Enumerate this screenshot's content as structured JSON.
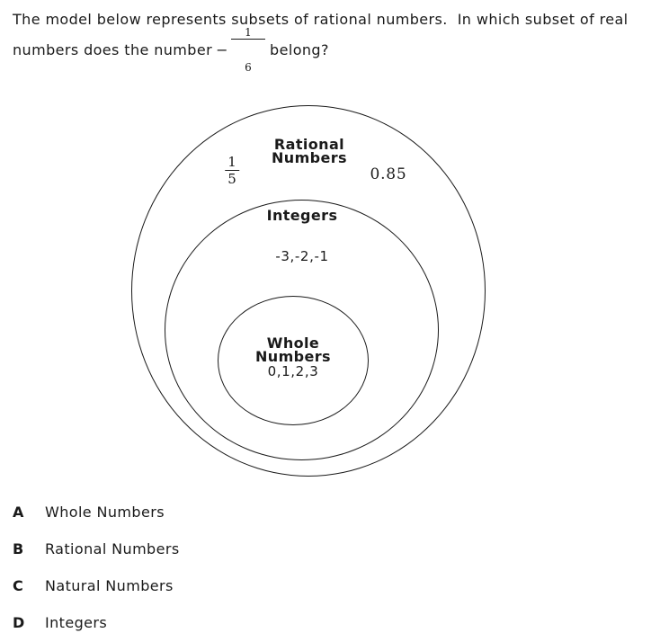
{
  "question": {
    "line1": "The model below represents subsets of rational numbers.  In which subset of real",
    "line2_before": "numbers does the number",
    "fraction": {
      "sign": "−",
      "numerator": "1",
      "denominator": "6"
    },
    "line2_after": "belong?"
  },
  "diagram": {
    "rational": {
      "label_line1": "Rational",
      "label_line2": "Numbers",
      "fraction_example": {
        "numerator": "1",
        "denominator": "5"
      },
      "decimal_example": "0.85"
    },
    "integers": {
      "label": "Integers",
      "examples": "-3,-2,-1"
    },
    "whole": {
      "label_line1": "Whole",
      "label_line2": "Numbers",
      "examples": "0,1,2,3"
    }
  },
  "choices": [
    {
      "letter": "A",
      "label": "Whole Numbers"
    },
    {
      "letter": "B",
      "label": "Rational Numbers"
    },
    {
      "letter": "C",
      "label": "Natural Numbers"
    },
    {
      "letter": "D",
      "label": "Integers"
    }
  ],
  "colors": {
    "background": "#ffffff",
    "text": "#1a1a1a",
    "stroke": "#1a1a1a"
  }
}
